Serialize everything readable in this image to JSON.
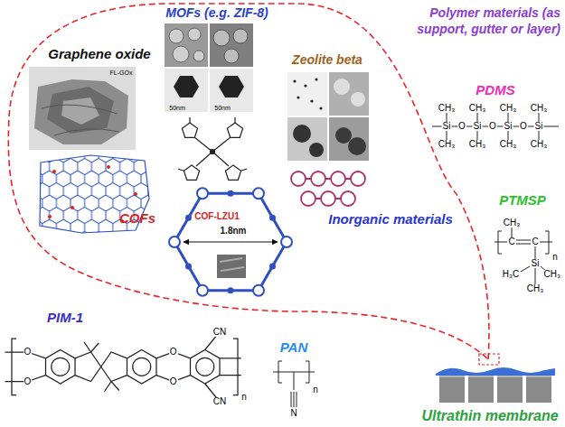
{
  "diagram": {
    "nodes": [
      {
        "text": [
          "Inorganic materials"
        ]
      }
    ],
    "labels": [
      "Polymer materials (as support, gutter or layer)",
      "Graphene oxide",
      "FL-GOx",
      "MOFs (e.g. ZIF-8)",
      "50nm",
      "50nm",
      "Zeolite beta",
      "COFs",
      "COF-LZU1",
      "1.8nm",
      "PDMS",
      "CH₃",
      "CH₃",
      "CH₃",
      "CH₃",
      "Si",
      "O",
      "Si",
      "O",
      "Si",
      "O",
      "Si",
      "CH₃",
      "CH₃",
      "CH₃",
      "CH₃",
      "PTMSP",
      "CH₃",
      "C",
      "C",
      "n",
      "H₃C",
      "Si",
      "CH₃",
      "CH₃",
      "PIM-1",
      "O",
      "O",
      "O",
      "O",
      "CN",
      "CN",
      "n",
      "PAN",
      "n",
      "N",
      "Ultrathin membrane"
    ]
  }
}
